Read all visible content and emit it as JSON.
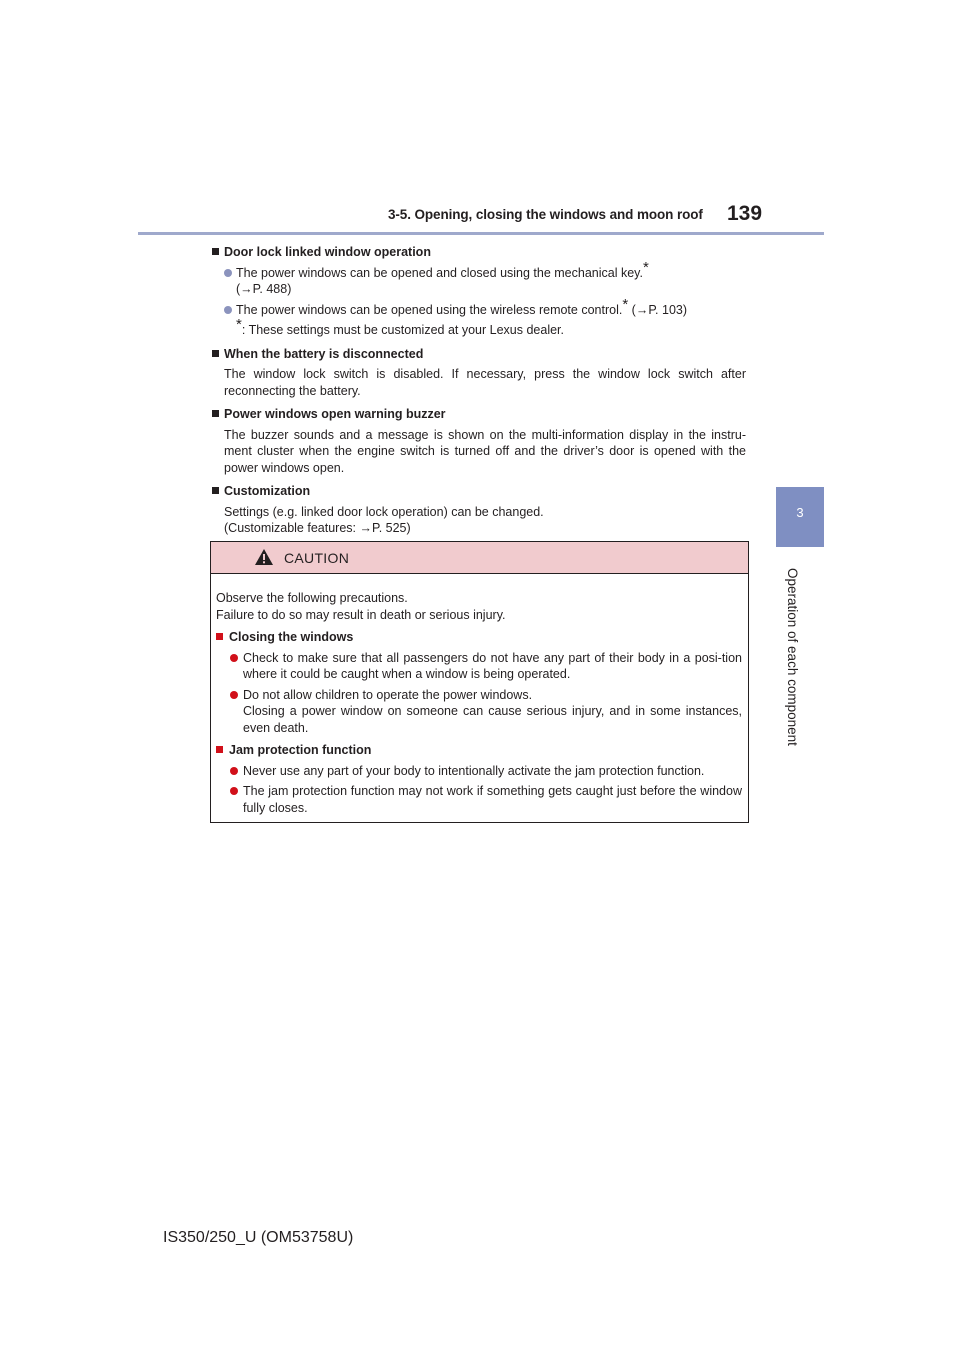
{
  "header": {
    "section_title": "3-5. Opening, closing the windows and moon roof",
    "page_number": "139"
  },
  "side_tab": {
    "chapter_number": "3",
    "chapter_label": "Operation of each component"
  },
  "sections": {
    "door_lock": {
      "title": "Door lock linked window operation",
      "bullet1_text": "The power windows can be opened and closed using the mechanical key.",
      "bullet1_ref": "(→P. 488)",
      "bullet2_text": "The power windows can be opened using the wireless remote control.",
      "bullet2_ref": "(→P. 103)",
      "footnote": ": These settings must be customized at your Lexus dealer.",
      "star": "*"
    },
    "battery": {
      "title": "When the battery is disconnected",
      "body": "The window lock switch is disabled. If necessary, press the window lock switch after reconnecting the battery."
    },
    "buzzer": {
      "title": "Power windows open warning buzzer",
      "body": "The buzzer sounds and a message is shown on the multi-information display in the instru-ment cluster when the engine switch is turned off and the driver’s door is opened with the power windows open."
    },
    "customization": {
      "title": "Customization",
      "line1": "Settings (e.g. linked door lock operation) can be changed.",
      "line2": "(Customizable features: →P. 525)"
    }
  },
  "caution": {
    "title": "CAUTION",
    "intro_line1": "Observe the following precautions.",
    "intro_line2": "Failure to do so may result in death or serious injury.",
    "closing_title": "Closing the windows",
    "closing_bullet1": "Check to make sure that all passengers do not have any part of their body in a posi-tion where it could be caught when a window is being operated.",
    "closing_bullet2_line1": "Do not allow children to operate the power windows.",
    "closing_bullet2_line2": "Closing a power window on someone can cause serious injury, and in some instances, even death.",
    "jam_title": "Jam protection function",
    "jam_bullet1": "Never use any part of your body to intentionally activate the jam protection function.",
    "jam_bullet2": "The jam protection function may not work if something gets caught just before the window fully closes."
  },
  "footer": {
    "model_code": "IS350/250_U (OM53758U)"
  },
  "colors": {
    "accent_blue": "#7f8fc2",
    "rule_blue": "#9fa9cc",
    "caution_header_bg": "#f1cbce",
    "caution_red": "#d1101a"
  }
}
